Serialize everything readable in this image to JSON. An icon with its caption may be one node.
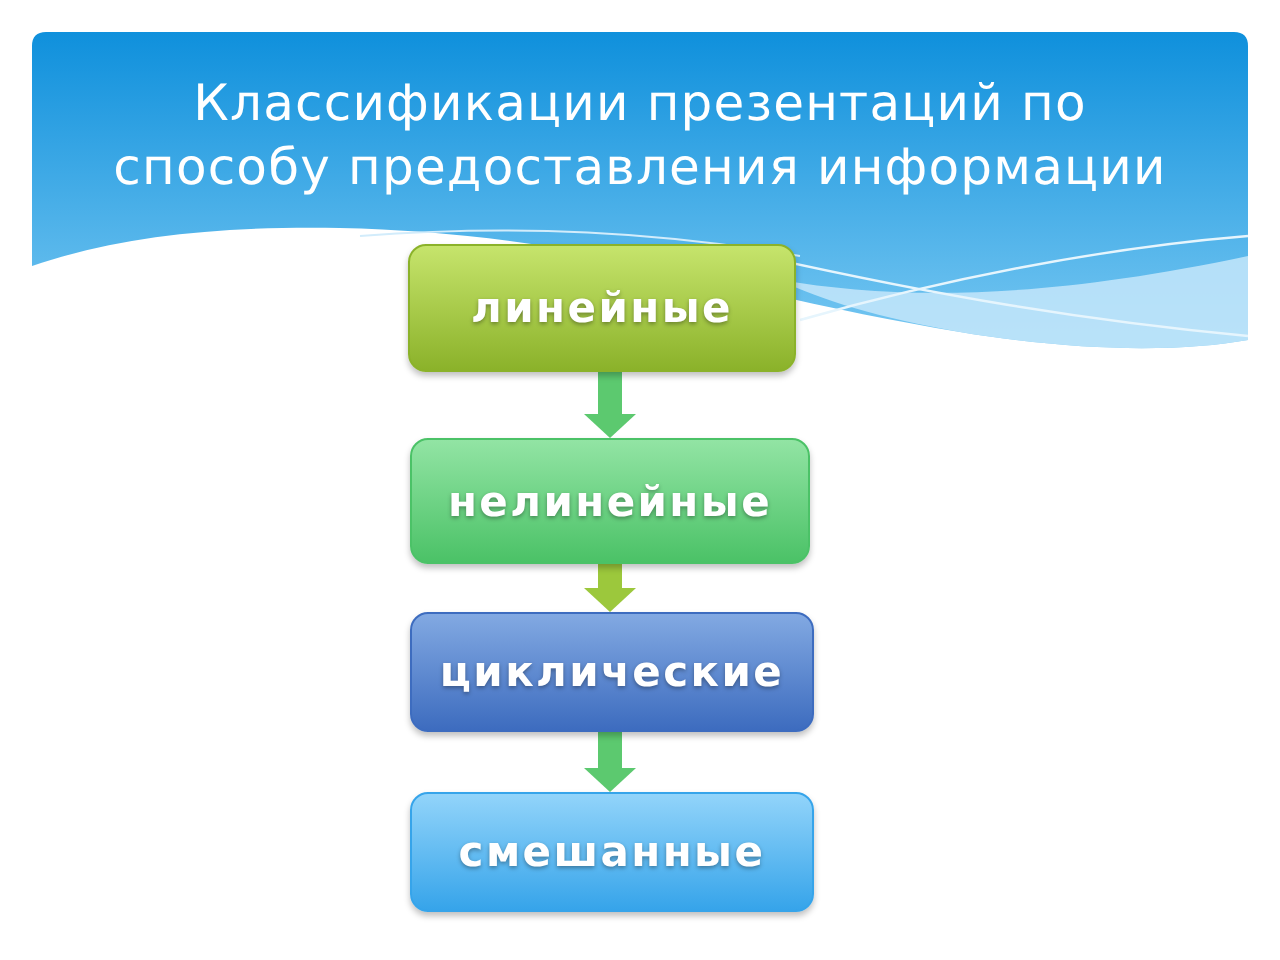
{
  "diagram": {
    "title": "Классификации презентаций по способу предоставления информации",
    "nodes": [
      {
        "text": [
          "линейные"
        ]
      },
      {
        "text": [
          "нелинейные"
        ]
      },
      {
        "text": [
          "циклические"
        ]
      },
      {
        "text": [
          "смешанные"
        ]
      }
    ],
    "edges": [
      {
        "from": 0,
        "to": 1,
        "arrow": "to"
      },
      {
        "from": 1,
        "to": 2,
        "arrow": "to",
        "color": "#9cc83c"
      },
      {
        "from": 2,
        "to": 3,
        "arrow": "to"
      }
    ]
  }
}
